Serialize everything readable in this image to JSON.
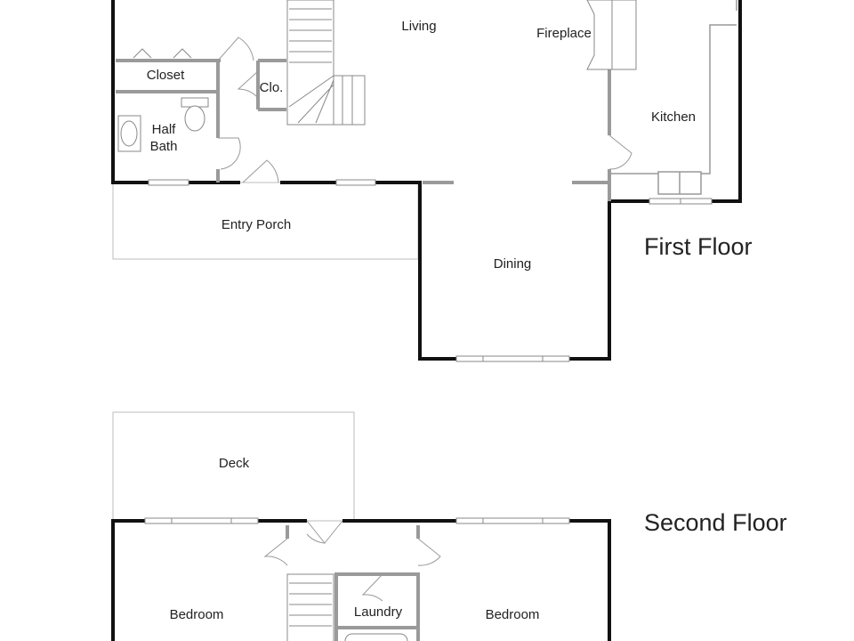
{
  "first_floor": {
    "title": "First Floor",
    "rooms": {
      "living": "Living",
      "fireplace": "Fireplace",
      "closet": "Closet",
      "clo": "Clo.",
      "half_bath_line1": "Half",
      "half_bath_line2": "Bath",
      "kitchen": "Kitchen",
      "entry_porch": "Entry Porch",
      "dining": "Dining"
    }
  },
  "second_floor": {
    "title": "Second Floor",
    "rooms": {
      "deck": "Deck",
      "bedroom_left": "Bedroom",
      "laundry": "Laundry",
      "bedroom_right": "Bedroom"
    }
  },
  "colors": {
    "wall": "#111111",
    "interior": "#9a9a9a",
    "outline": "#bdbdbd"
  }
}
